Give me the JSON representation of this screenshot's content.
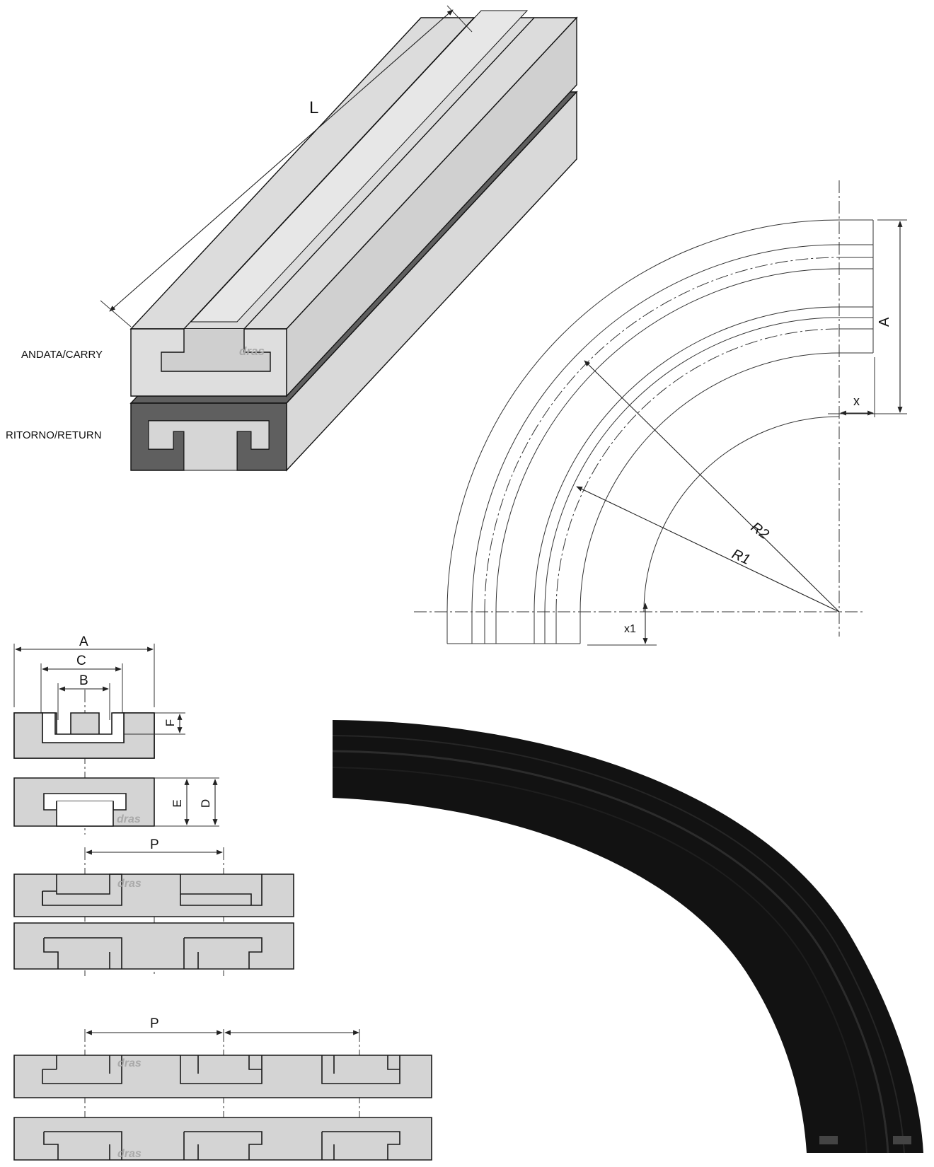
{
  "labels": {
    "length": "L",
    "carry": "ANDATA/CARRY",
    "return": "RITORNO/RETURN",
    "brand": "dras"
  },
  "curve_view": {
    "r1": "R1",
    "r2": "R2",
    "a": "A",
    "x": "x",
    "x1": "x1"
  },
  "section_view": {
    "a": "A",
    "b": "B",
    "c": "C",
    "d": "D",
    "e": "E",
    "f": "F",
    "p1": "P",
    "p2": "P"
  },
  "colors": {
    "profile_light": "#d4d4d4",
    "profile_dark": "#5f5f5f",
    "photo_black": "#121212"
  }
}
